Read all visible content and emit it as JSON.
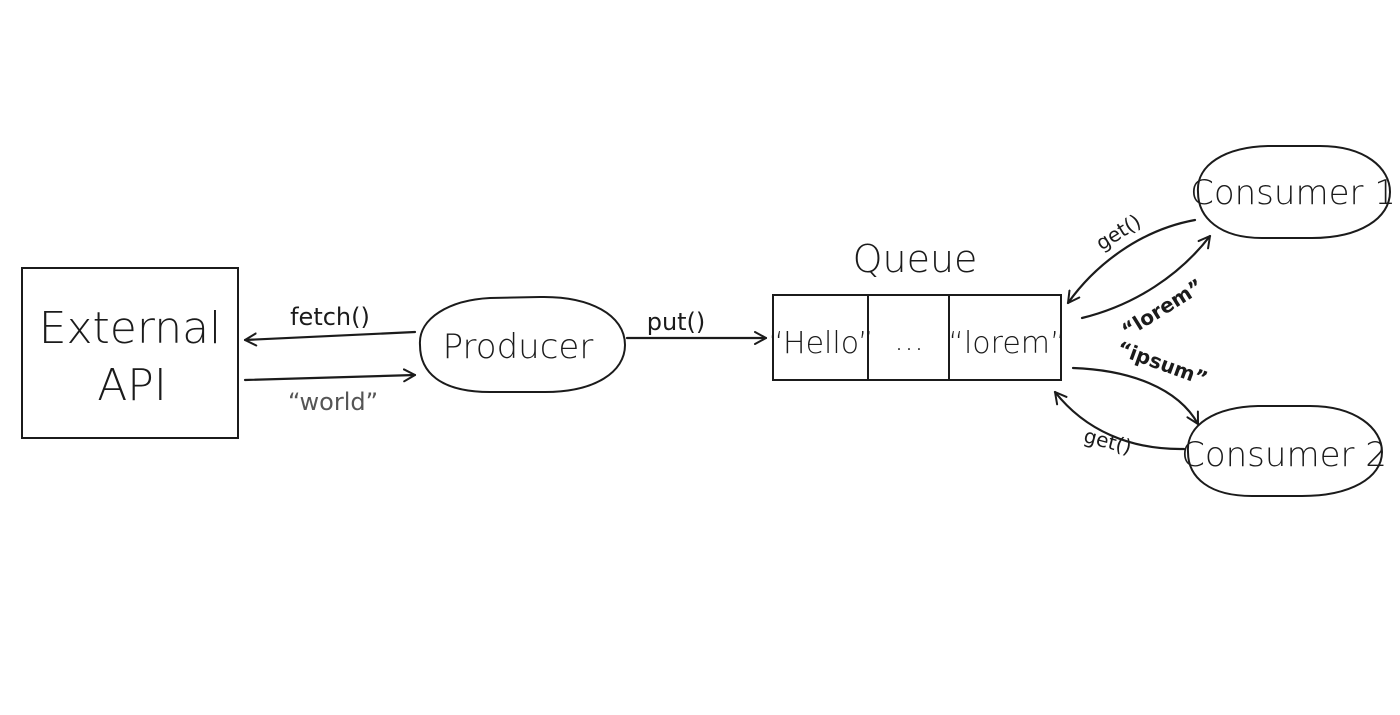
{
  "nodes": {
    "external_api": {
      "line1": "External",
      "line2": "API"
    },
    "producer": {
      "label": "Producer"
    },
    "queue": {
      "title": "Queue",
      "cells": [
        "“Hello”",
        "…",
        "“lorem”"
      ]
    },
    "consumer1": {
      "label": "Consumer 1"
    },
    "consumer2": {
      "label": "Consumer 2"
    }
  },
  "edges": {
    "fetch": "fetch()",
    "world": "“world”",
    "put": "put()",
    "get1": "get()",
    "lorem": "“lorem”",
    "ipsum": "“ipsum”",
    "get2": "get()"
  },
  "colors": {
    "ink": "#1b1b1b",
    "background": "#ffffff"
  }
}
